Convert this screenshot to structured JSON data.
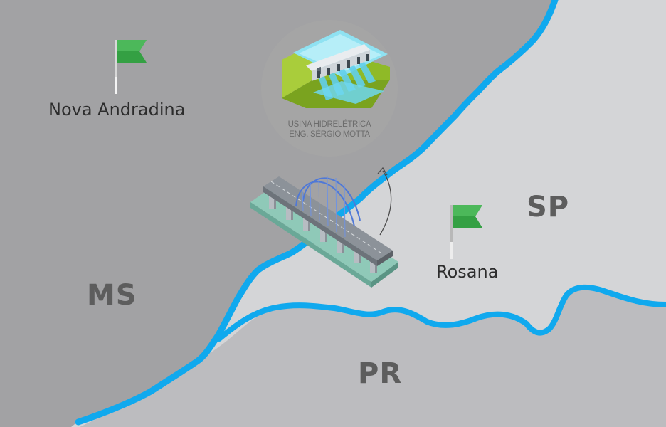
{
  "colors": {
    "ms_land": "#a2a2a4",
    "sp_land": "#d4d5d7",
    "pr_land": "#bcbcbf",
    "river": "#10a9ee",
    "flag_green": "#2d9a3b",
    "plant_circle": "#a5a5a5"
  },
  "states": {
    "ms": "MS",
    "sp": "SP",
    "pr": "PR"
  },
  "cities": {
    "nova_andradina": "Nova Andradina",
    "rosana": "Rosana"
  },
  "plant": {
    "caption_line1": "USINA HIDRELÉTRICA",
    "caption_line2": "ENG. SÉRGIO MOTTA"
  },
  "icons": {
    "city_marker": "flag-icon",
    "plant": "hydroelectric-dam-icon",
    "bridge": "bridge-icon",
    "pointer": "curved-arrow-icon"
  }
}
